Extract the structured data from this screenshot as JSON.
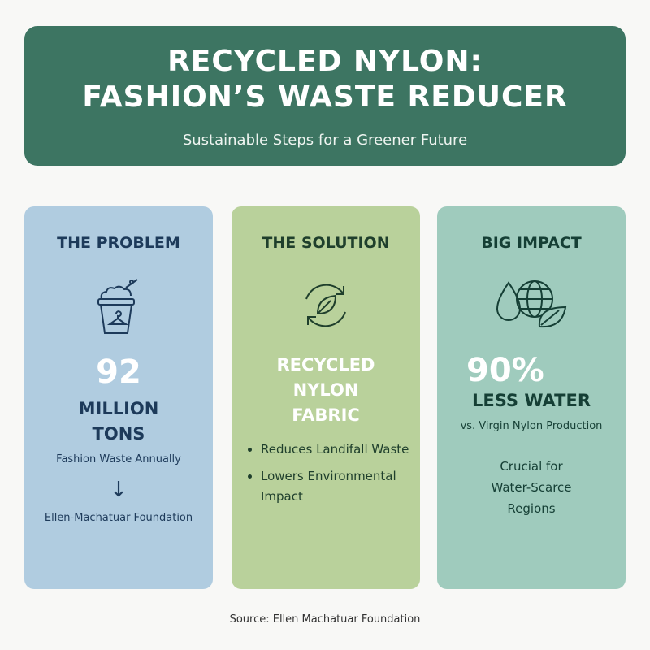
{
  "header": {
    "title_line1": "RECYCLED NYLON:",
    "title_line2": "FASHION’S WASTE REDUCER",
    "subtitle": "Sustainable Steps for a Greener Future"
  },
  "problem": {
    "heading": "THE PROBLEM",
    "icon": "trash-bin-hanger-icon",
    "number": "92",
    "unit_line1": "MILLION",
    "unit_line2": "TONS",
    "caption": "Fashion Waste Annually",
    "arrow": "↓",
    "source": "Ellen-Machatuar Foundation"
  },
  "solution": {
    "heading": "THE SOLUTION",
    "icon": "recycle-leaf-icon",
    "title_line1": "RECYCLED",
    "title_line2": "NYLON",
    "title_line3": "FABRIC",
    "bullets": [
      "Reduces Landifall Waste",
      "Lowers Environmental Impact"
    ]
  },
  "impact": {
    "heading": "BIG IMPACT",
    "icon": "water-globe-leaf-icon",
    "number": "90%",
    "label": "LESS WATER",
    "caption": "vs. Virgin Nylon Production",
    "note_line1": "Crucial for",
    "note_line2": "Water-Scarce",
    "note_line3": "Regions"
  },
  "footer": {
    "source": "Source: Ellen Machatuar Foundation"
  },
  "colors": {
    "header": "#3d7562",
    "problem": "#b0cce0",
    "solution": "#b9d19b",
    "impact": "#9fcbbd"
  }
}
